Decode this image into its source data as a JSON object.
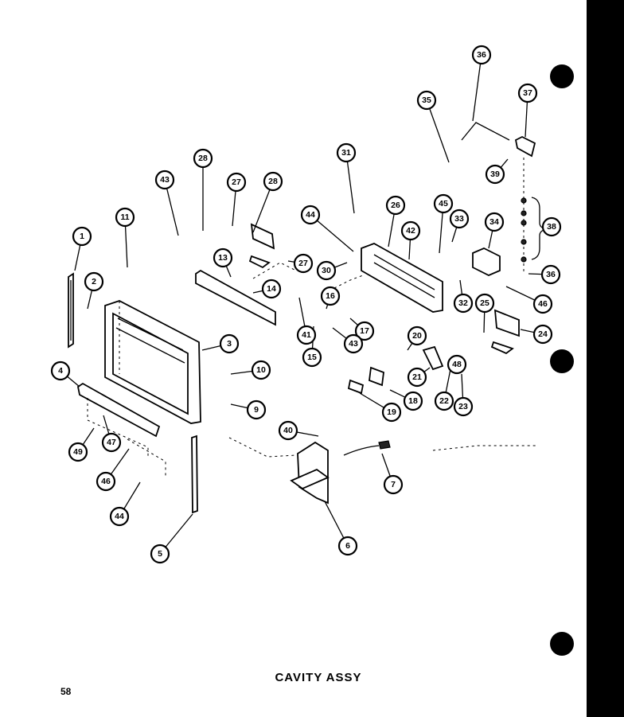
{
  "caption": "CAVITY ASSY",
  "page_number": "58",
  "callouts": [
    "1",
    "2",
    "3",
    "4",
    "5",
    "6",
    "7",
    "9",
    "10",
    "11",
    "13",
    "14",
    "15",
    "16",
    "17",
    "18",
    "19",
    "20",
    "21",
    "22",
    "23",
    "24",
    "25",
    "26",
    "27",
    "27",
    "28",
    "28",
    "30",
    "31",
    "32",
    "33",
    "34",
    "35",
    "36",
    "36",
    "37",
    "38",
    "39",
    "40",
    "41",
    "42",
    "43",
    "43",
    "44",
    "44",
    "45",
    "46",
    "46",
    "47",
    "48",
    "49"
  ]
}
